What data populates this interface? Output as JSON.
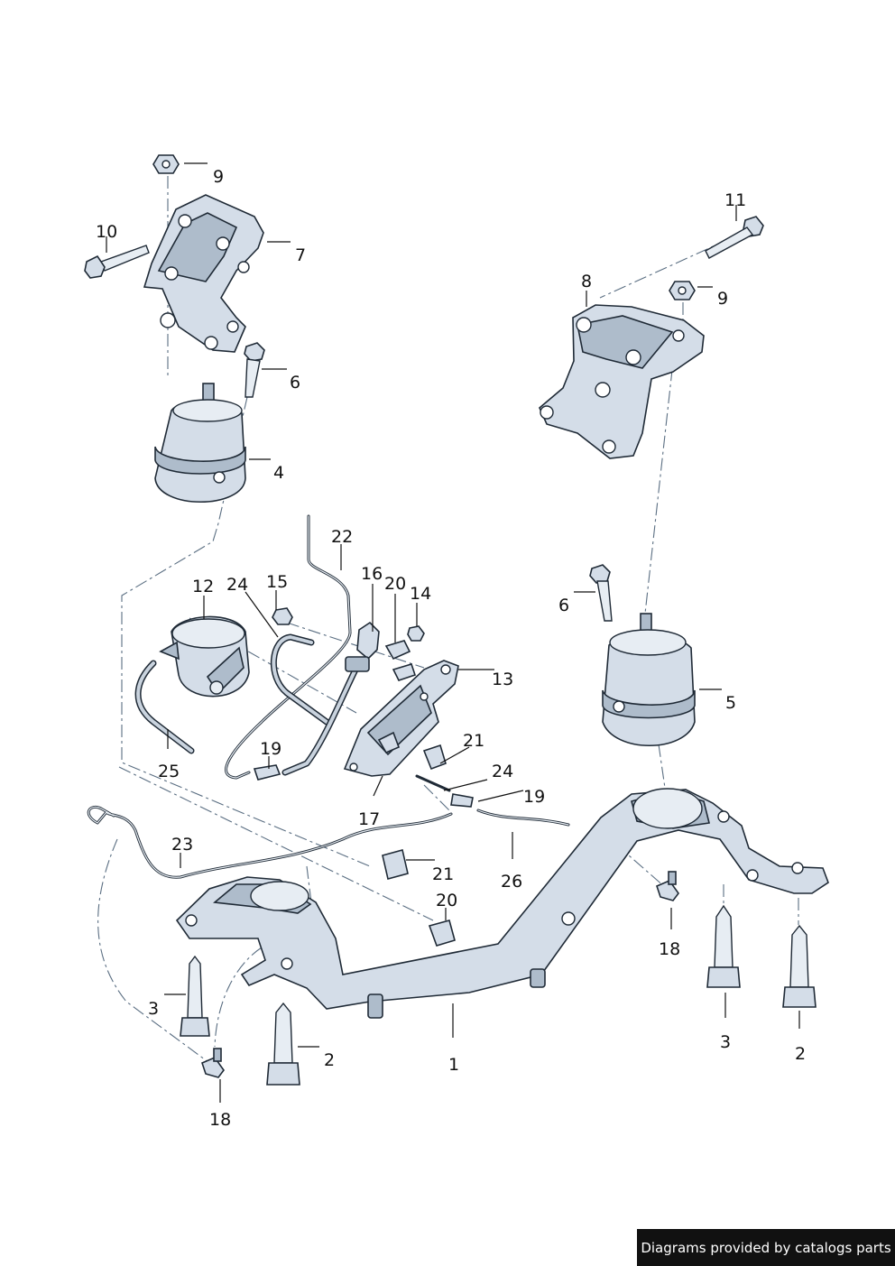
{
  "callouts": {
    "c1": "1",
    "c2a": "2",
    "c2b": "2",
    "c3a": "3",
    "c3b": "3",
    "c4": "4",
    "c5": "5",
    "c6a": "6",
    "c6b": "6",
    "c7": "7",
    "c8": "8",
    "c9a": "9",
    "c9b": "9",
    "c10": "10",
    "c11": "11",
    "c12": "12",
    "c13": "13",
    "c14": "14",
    "c15": "15",
    "c16": "16",
    "c17": "17",
    "c18a": "18",
    "c18b": "18",
    "c19a": "19",
    "c19b": "19",
    "c20a": "20",
    "c20b": "20",
    "c21a": "21",
    "c21b": "21",
    "c22": "22",
    "c23": "23",
    "c24a": "24",
    "c24b": "24",
    "c25": "25",
    "c26": "26"
  },
  "credit": "Diagrams provided by catalogs parts"
}
